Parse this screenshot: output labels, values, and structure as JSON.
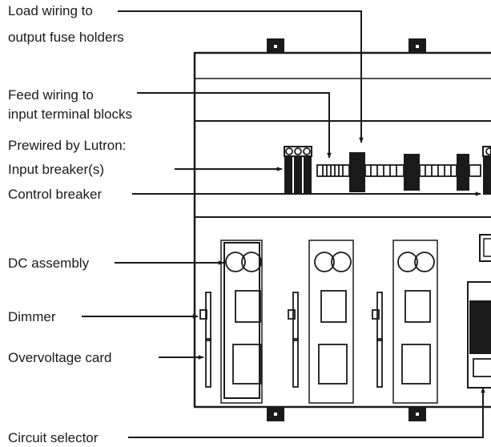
{
  "labels": {
    "load_wiring_line1": "Load wiring to",
    "load_wiring_line2": "output fuse holders",
    "feed_wiring_line1": "Feed wiring to",
    "feed_wiring_line2": "input terminal blocks",
    "prewired": "Prewired by Lutron:",
    "input_breakers": "Input breaker(s)",
    "control_breaker": "Control breaker",
    "dc_assembly": "DC assembly",
    "dimmer": "Dimmer",
    "overvoltage_card": "Overvoltage card",
    "circuit_selector": "Circuit selector"
  },
  "colors": {
    "ink": "#1a1a1a",
    "background": "#ffffff"
  }
}
